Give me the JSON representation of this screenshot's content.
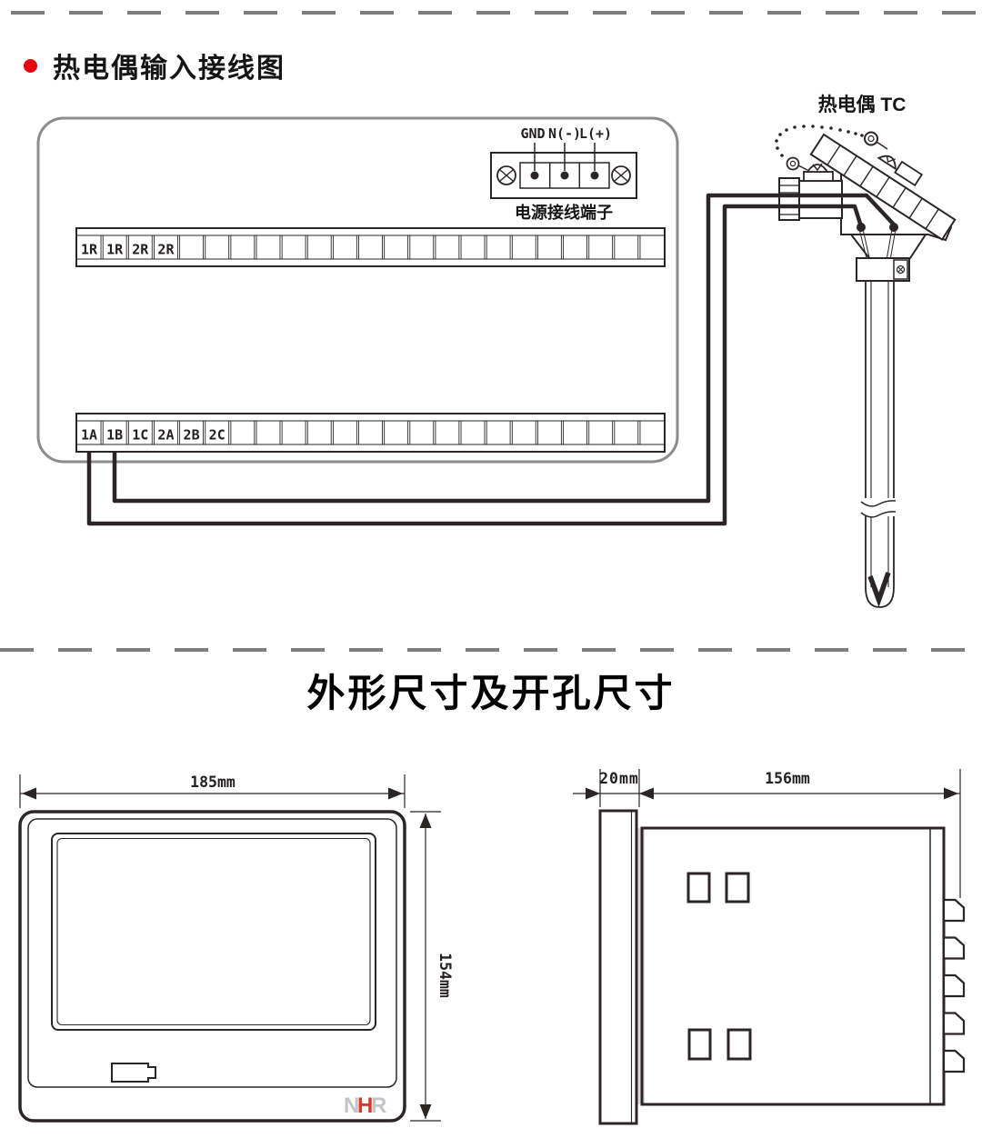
{
  "section1": {
    "title": "热电偶输入接线图"
  },
  "section2": {
    "title": "外形尺寸及开孔尺寸"
  },
  "wiring": {
    "power_labels": [
      "GND",
      "N(-)",
      "L(+)"
    ],
    "power_caption": "电源接线端子",
    "tc_title": "热电偶 TC",
    "top_strip": {
      "labels": [
        "1R",
        "1R",
        "2R",
        "2R"
      ],
      "cells": 23
    },
    "bottom_strip": {
      "labels": [
        "1A",
        "1B",
        "1C",
        "2A",
        "2B",
        "2C"
      ],
      "cells": 23
    },
    "wire_colors": {
      "positive_pink": "#EC008C",
      "negative_blue": "#29ABE2"
    }
  },
  "dims": {
    "front_width": "185mm",
    "front_height": "154mm",
    "bezel_depth": "20mm",
    "body_depth": "156mm"
  },
  "logo": {
    "letters": [
      {
        "ch": "N",
        "color": "#C3C4C8"
      },
      {
        "ch": "H",
        "color": "#D8382A"
      },
      {
        "ch": "R",
        "color": "#C3C4C8"
      }
    ]
  },
  "colors": {
    "bullet_red": "#E60012",
    "outline_gray": "#8C8C8C",
    "dash_gray": "#7D7D7D",
    "line_art": "#2B2526"
  }
}
